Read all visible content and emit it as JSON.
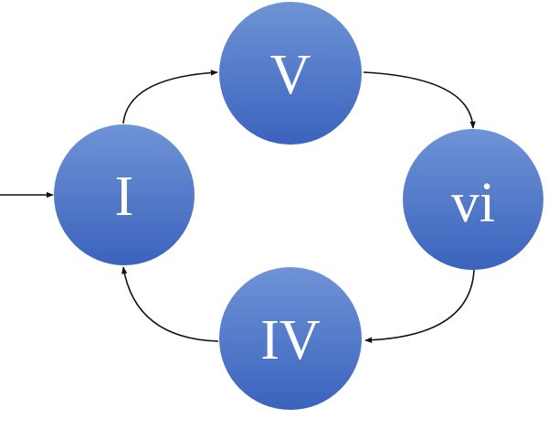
{
  "colors": {
    "node_top": "#6f93d6",
    "node_bottom": "#3b63bd",
    "edge": "#111111",
    "label": "#ffffff"
  },
  "nodes": {
    "one": {
      "label": "I"
    },
    "five": {
      "label": "V"
    },
    "six": {
      "label": "vi"
    },
    "four": {
      "label": "IV"
    }
  }
}
